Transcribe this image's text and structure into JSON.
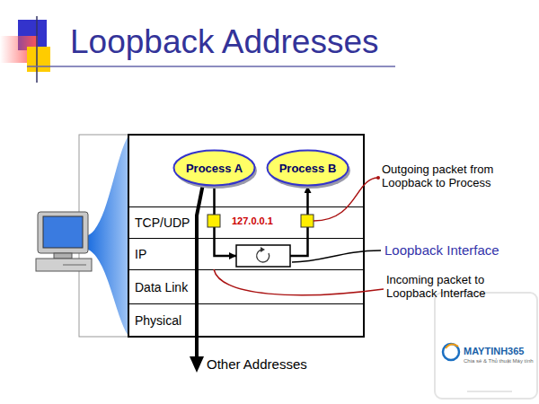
{
  "diagram": {
    "title": "Loopback Addresses",
    "nodes": [
      {
        "text": [
          "TCP/UDP"
        ]
      },
      {
        "text": [
          "IP"
        ]
      },
      {
        "text": [
          "Data Link"
        ]
      },
      {
        "text": [
          "Physical"
        ]
      },
      {
        "text": [
          "Process A"
        ]
      },
      {
        "text": [
          "Process B"
        ]
      }
    ],
    "edges": [
      {
        "from": 4,
        "to": 5,
        "arrow": "to"
      }
    ],
    "labels": [
      "127.0.0.1",
      "Outgoing packet from Loopback to Process",
      "Loopback Interface",
      "Incoming packet to Loopback Interface",
      "Other Addresses",
      "MAYTINH365",
      "Chia sẻ & Thủ thuật Máy tính"
    ]
  }
}
